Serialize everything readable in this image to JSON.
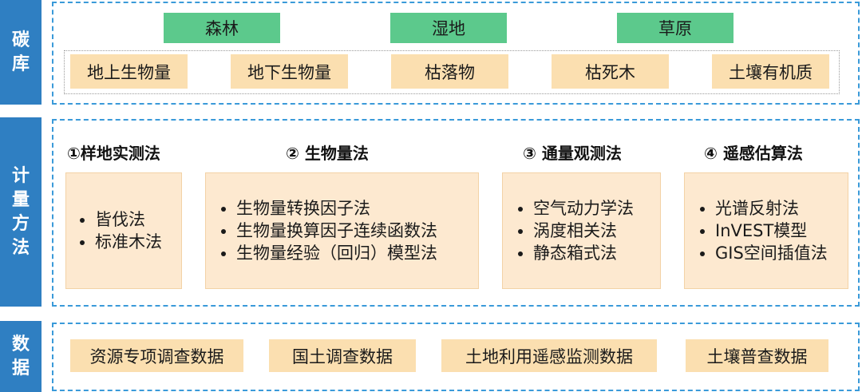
{
  "carbon_pool": {
    "label": [
      "碳",
      "库"
    ],
    "ecosystems": [
      "森林",
      "湿地",
      "草原"
    ],
    "pools": [
      "地上生物量",
      "地下生物量",
      "枯落物",
      "枯死木",
      "土壤有机质"
    ]
  },
  "methods": {
    "label": [
      "计",
      "量",
      "方",
      "法"
    ],
    "items": [
      {
        "title": "①样地实测法",
        "bullets": [
          "皆伐法",
          "标准木法"
        ]
      },
      {
        "title": "② 生物量法",
        "bullets": [
          "生物量转换因子法",
          "生物量换算因子连续函数法",
          "生物量经验（回归）模型法"
        ]
      },
      {
        "title": "③ 通量观测法",
        "bullets": [
          "空气动力学法",
          "涡度相关法",
          "静态箱式法"
        ]
      },
      {
        "title": "④ 遥感估算法",
        "bullets": [
          "光谱反射法",
          "InVEST模型",
          "GIS空间插值法"
        ]
      }
    ]
  },
  "data_sources": {
    "label": [
      "数",
      "据"
    ],
    "items": [
      "资源专项调查数据",
      "国土调查数据",
      "土地利用遥感监测数据",
      "土壤普查数据"
    ]
  },
  "colors": {
    "label_bg": "#2f7fc2",
    "dash": "#3a9ad9",
    "green": "#5cc98c",
    "tan": "#fbdfb0",
    "method_bg": "#fde9d0"
  }
}
